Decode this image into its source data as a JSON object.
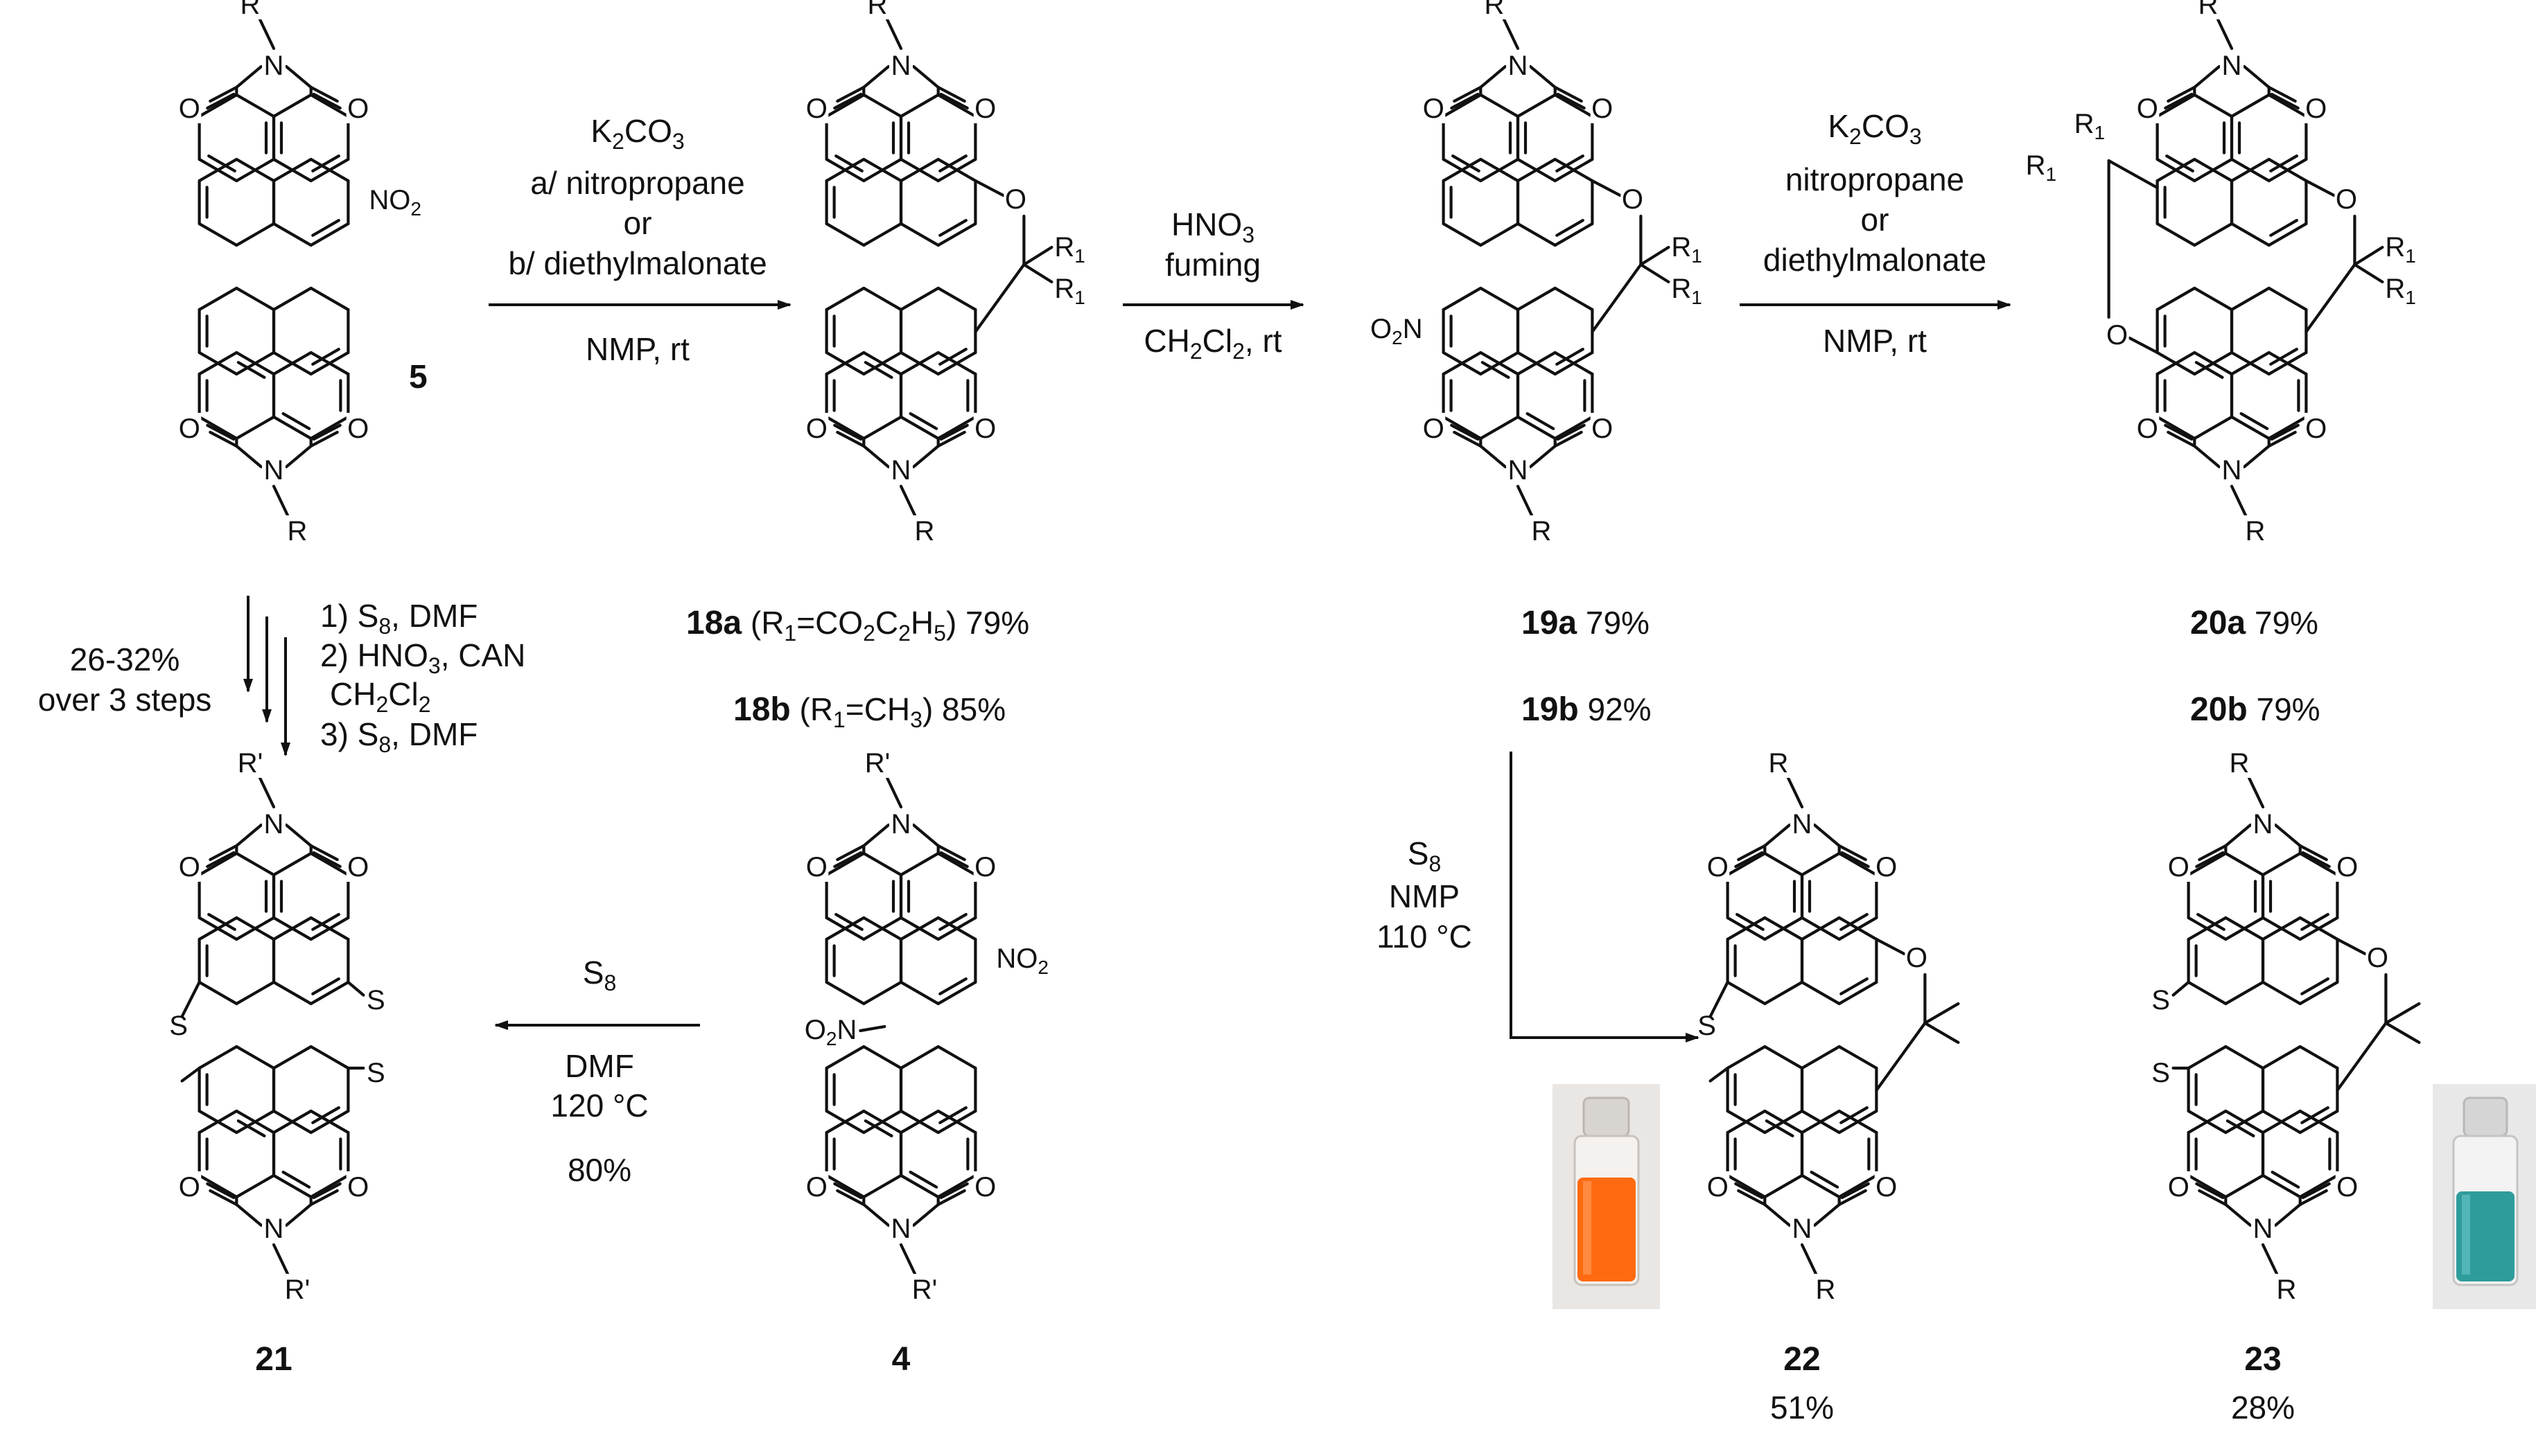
{
  "colors": {
    "text": "#111111",
    "nitro": "#1a1adb",
    "oxygen": "#e8141b",
    "sulfur": "#1c8a3c",
    "vial_orange": "#ff6a10",
    "vial_teal": "#2f9c9c"
  },
  "atoms": {
    "O": "O",
    "N": "N",
    "S": "S",
    "R": "R",
    "R_prime": "R'",
    "R1": "R",
    "R1_sub": "1",
    "NO2": "NO",
    "NO2_sub": "2",
    "O2N_pre": "O",
    "O2N_sub": "2",
    "O2N_post": "N"
  },
  "compounds": {
    "c5": {
      "label": "5"
    },
    "c18a": {
      "label": "18a",
      "detail_pre": " (R",
      "detail_sub": "1",
      "detail_mid": "=CO",
      "detail_sub2": "2",
      "detail_mid2": "C",
      "detail_sub3": "2",
      "detail_mid3": "H",
      "detail_sub4": "5",
      "detail_post": ") 79%"
    },
    "c18b": {
      "label": "18b",
      "detail_pre": " (R",
      "detail_sub": "1",
      "detail_mid": "=CH",
      "detail_sub2": "3",
      "detail_post": ") 85%"
    },
    "c19a": {
      "label": "19a",
      "yield": " 79%"
    },
    "c19b": {
      "label": "19b",
      "yield": " 92%"
    },
    "c20a": {
      "label": "20a",
      "yield": " 79%"
    },
    "c20b": {
      "label": "20b",
      "yield": " 79%"
    },
    "c21": {
      "label": "21"
    },
    "c4": {
      "label": "4"
    },
    "c22": {
      "label": "22",
      "yield": "51%"
    },
    "c23": {
      "label": "23",
      "yield": "28%"
    }
  },
  "conditions": {
    "step1": {
      "l1_pre": "K",
      "l1_sub": "2",
      "l1_mid": "CO",
      "l1_sub2": "3",
      "l2": "a/ nitropropane",
      "l3": "or",
      "l4": "b/ diethylmalonate",
      "l5": "NMP, rt"
    },
    "step2": {
      "l1_pre": "HNO",
      "l1_sub": "3",
      "l2": "fuming",
      "l3_pre": "CH",
      "l3_sub": "2",
      "l3_mid": "Cl",
      "l3_sub2": "2",
      "l3_post": ", rt"
    },
    "step3": {
      "l1_pre": "K",
      "l1_sub": "2",
      "l1_mid": "CO",
      "l1_sub2": "3",
      "l2": "nitropropane",
      "l3": "or",
      "l4": "diethylmalonate",
      "l5": "NMP, rt"
    },
    "step4": {
      "l1_pre": "S",
      "l1_sub": "8",
      "l2": "DMF",
      "l3": "120 °C",
      "l4": "80%"
    },
    "step5": {
      "l1_pre": "S",
      "l1_sub": "8",
      "l2": "NMP",
      "l3": "110 °C"
    },
    "step6": {
      "yield_l1": "26-32%",
      "yield_l2": "over 3 steps",
      "s1_pre": "1) S",
      "s1_sub": "8",
      "s1_post": ", DMF",
      "s2": "2) HNO",
      "s2_sub": "3",
      "s2_post": ", CAN",
      "s3_pre": "CH",
      "s3_sub": "2",
      "s3_mid": "Cl",
      "s3_sub2": "2",
      "s4_pre": "3) S",
      "s4_sub": "8",
      "s4_post": ", DMF"
    }
  }
}
